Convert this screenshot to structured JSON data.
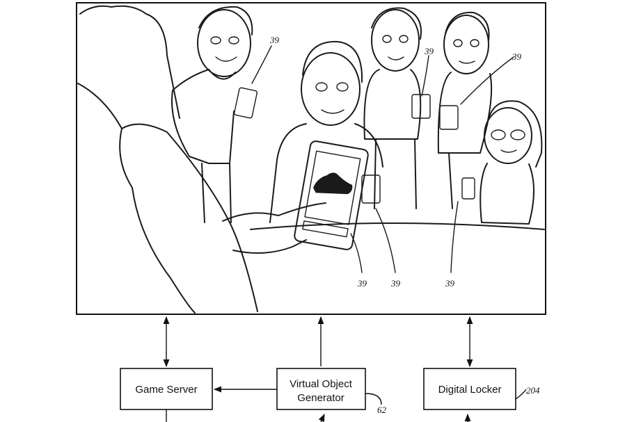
{
  "boxes": {
    "game_server": "Game Server",
    "vog_line1": "Virtual Object",
    "vog_line2": "Generator",
    "digital_locker": "Digital Locker"
  },
  "refs": {
    "r1": "39",
    "r2": "39",
    "r3": "39",
    "r4": "39",
    "r5": "39",
    "r6": "39",
    "vog": "62",
    "locker": "204"
  },
  "icons": [
    "phone-icon",
    "sneaker-icon"
  ]
}
